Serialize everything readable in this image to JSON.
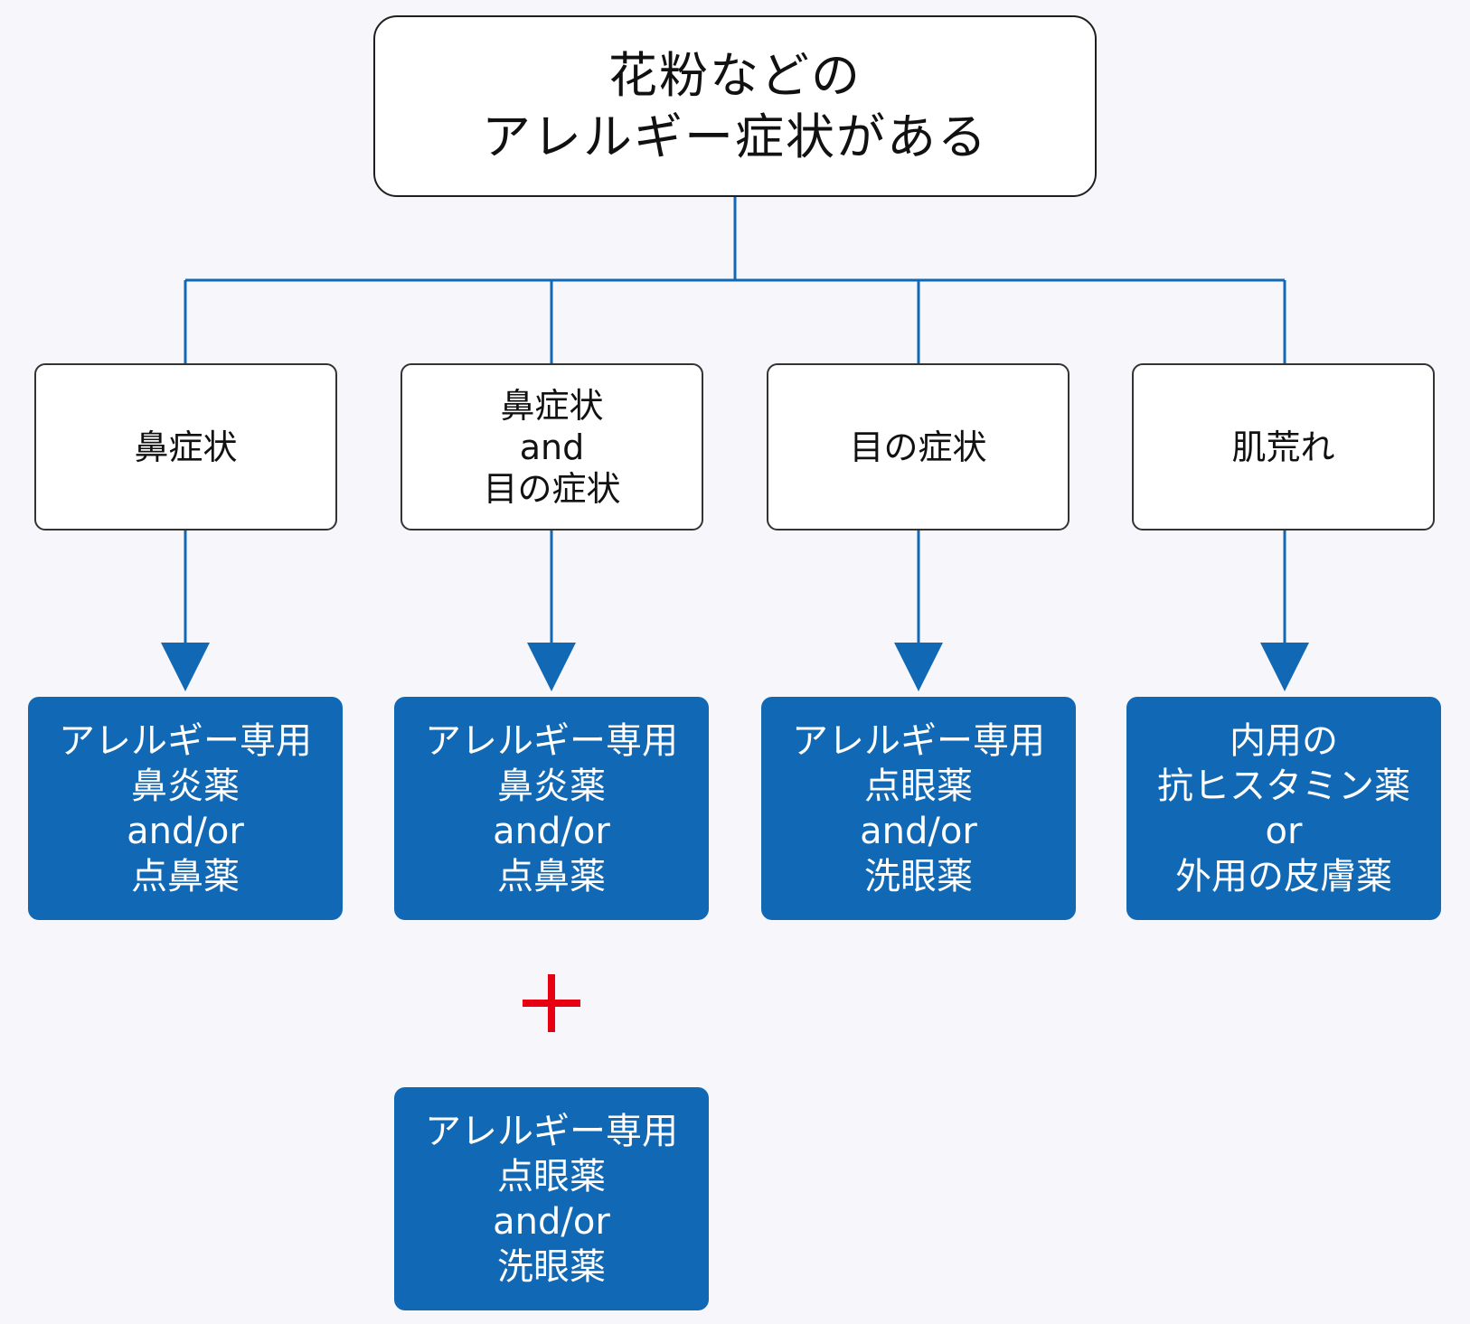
{
  "colors": {
    "connector": "#1168b5",
    "remedy_fill": "#1168b5",
    "remedy_text": "#ffffff",
    "plus": "#e60012",
    "background": "#f7f7fb"
  },
  "root": {
    "lines": [
      "花粉などの",
      "アレルギー症状がある"
    ]
  },
  "symptoms": [
    {
      "lines": [
        "鼻症状"
      ]
    },
    {
      "lines": [
        "鼻症状",
        "and",
        "目の症状"
      ]
    },
    {
      "lines": [
        "目の症状"
      ]
    },
    {
      "lines": [
        "肌荒れ"
      ]
    }
  ],
  "remedies": [
    {
      "lines": [
        "アレルギー専用",
        "鼻炎薬",
        "and/or",
        "点鼻薬"
      ]
    },
    {
      "lines": [
        "アレルギー専用",
        "鼻炎薬",
        "and/or",
        "点鼻薬"
      ]
    },
    {
      "lines": [
        "アレルギー専用",
        "点眼薬",
        "and/or",
        "洗眼薬"
      ]
    },
    {
      "lines": [
        "内用の",
        "抗ヒスタミン薬",
        "or",
        "外用の皮膚薬"
      ]
    }
  ],
  "combo": {
    "plus_icon": "plus-icon",
    "remedy": {
      "lines": [
        "アレルギー専用",
        "点眼薬",
        "and/or",
        "洗眼薬"
      ]
    }
  }
}
